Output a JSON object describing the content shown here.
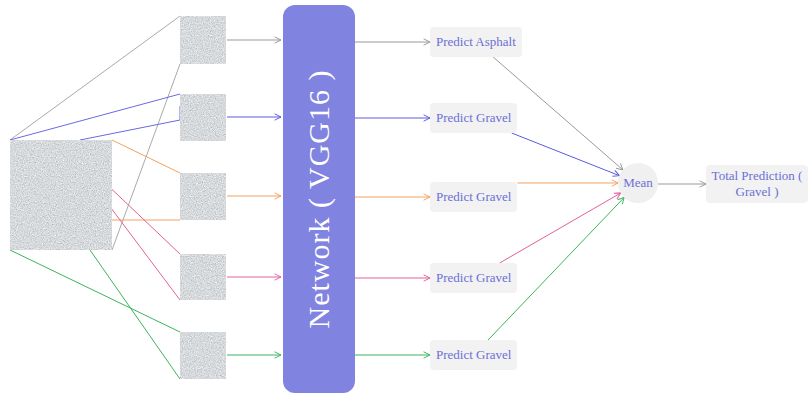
{
  "diagram": {
    "nodes": [
      {
        "text": [
          "Network ( VGG16 )"
        ]
      },
      {
        "text": [
          "Predict Asphalt"
        ]
      },
      {
        "text": [
          "Predict Gravel"
        ]
      },
      {
        "text": [
          "Predict Gravel"
        ]
      },
      {
        "text": [
          "Predict Gravel"
        ]
      },
      {
        "text": [
          "Predict Gravel"
        ]
      },
      {
        "text": [
          "Mean"
        ]
      },
      {
        "text": [
          "Total Prediction ( Gravel )"
        ]
      }
    ],
    "edges": [
      {
        "from": 0,
        "to": 1,
        "arrow": "to"
      },
      {
        "from": 0,
        "to": 2,
        "arrow": "to"
      },
      {
        "from": 0,
        "to": 3,
        "arrow": "to"
      },
      {
        "from": 0,
        "to": 4,
        "arrow": "to"
      },
      {
        "from": 0,
        "to": 5,
        "arrow": "to"
      },
      {
        "from": 1,
        "to": 6,
        "arrow": "to"
      },
      {
        "from": 2,
        "to": 6,
        "arrow": "to"
      },
      {
        "from": 3,
        "to": 6,
        "arrow": "to"
      },
      {
        "from": 4,
        "to": 6,
        "arrow": "to"
      },
      {
        "from": 5,
        "to": 6,
        "arrow": "to"
      },
      {
        "from": 6,
        "to": 7,
        "arrow": "to"
      }
    ]
  }
}
